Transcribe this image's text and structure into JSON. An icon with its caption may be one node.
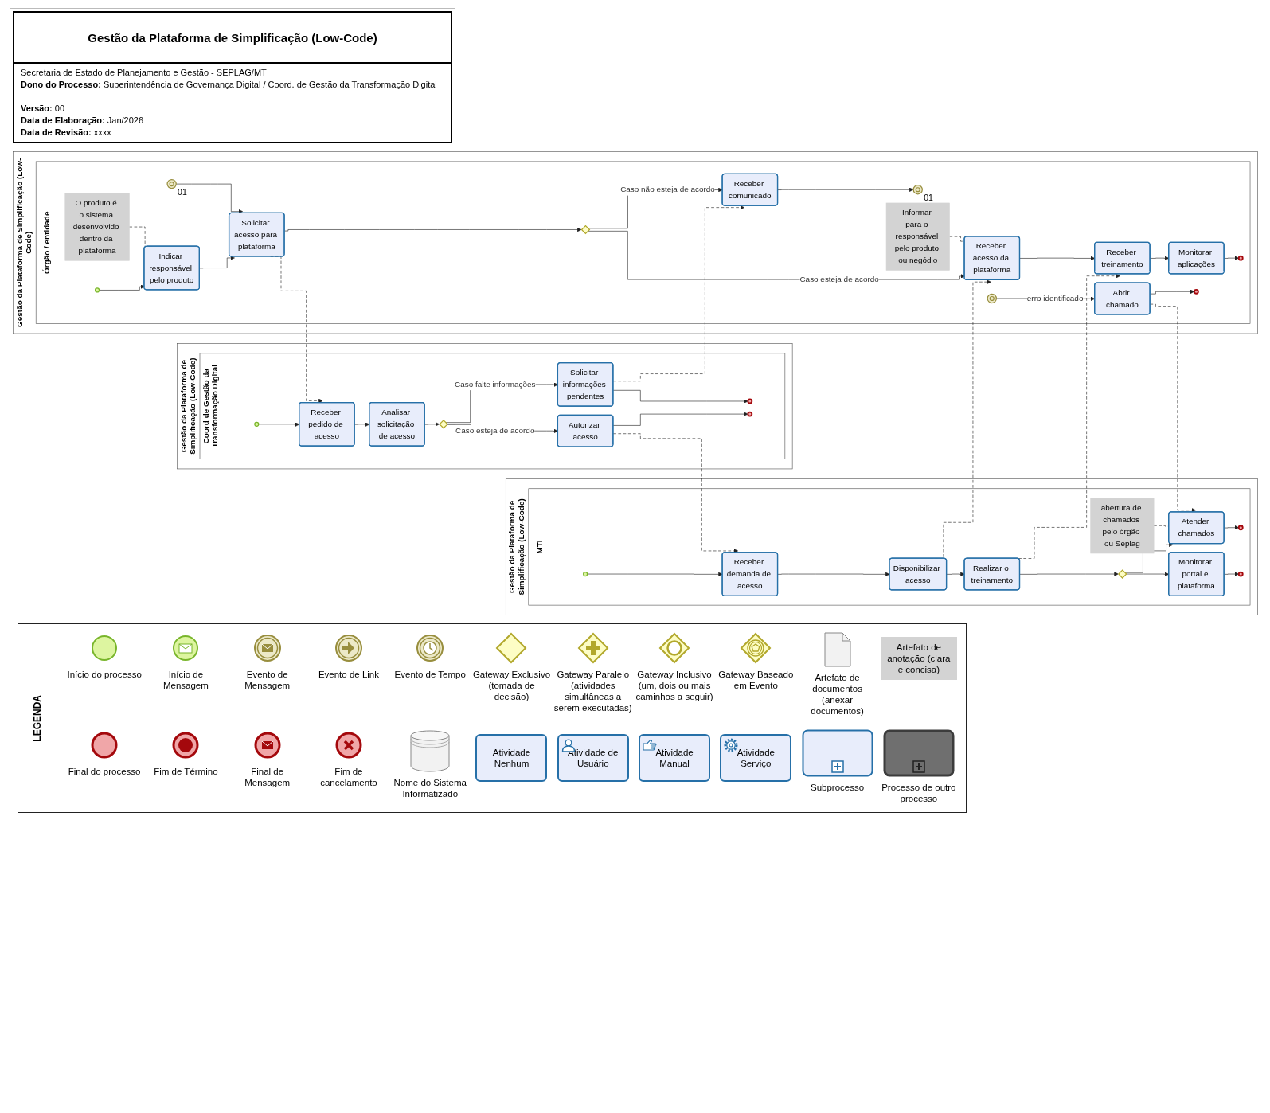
{
  "diagram": {
    "title": "Gestão da Plataforma de Simplificação (Low-Code)",
    "nodes": [
      {
        "text": [
          "Gestão da Plataforma de Simplificação (Low-Code)"
        ]
      },
      {
        "text": [
          "Órgão / entidade"
        ],
        "in": 0
      },
      {
        "text": [],
        "shape": "circle",
        "in": 1
      },
      {
        "text": [
          "Indicar responsável pelo produto"
        ],
        "in": 1
      },
      {
        "text": [],
        "shape": "circle",
        "beside": [
          "01"
        ],
        "in": 1
      },
      {
        "text": [
          "Solicitar acesso para plataforma"
        ],
        "in": 1
      },
      {
        "text": [],
        "shape": "diamond",
        "in": 1
      },
      {
        "text": [
          "Receber acesso da plataforma"
        ],
        "in": 1
      },
      {
        "text": [
          "Receber treinamento"
        ],
        "in": 1
      },
      {
        "text": [
          "Monitorar aplicações"
        ],
        "in": 1
      },
      {
        "text": [],
        "shape": "circle",
        "in": 1
      },
      {
        "text": [
          "O produto é o sistema desenvolvido dentro da plataforma"
        ],
        "in": 1
      },
      {
        "text": [
          "Receber comunicado"
        ],
        "in": 1
      },
      {
        "text": [],
        "shape": "circle",
        "beside": [
          "01"
        ],
        "in": 1
      },
      {
        "text": [
          "Informar para o responsável pelo produto ou negódio"
        ],
        "in": 1
      },
      {
        "text": [],
        "shape": "circle",
        "in": 1
      },
      {
        "text": [
          "Abrir chamado"
        ],
        "in": 1
      },
      {
        "text": [],
        "shape": "circle",
        "in": 1
      },
      {
        "text": [
          "Gestão da Plataforma de Simplificação (Low-Code)"
        ]
      },
      {
        "text": [
          "Coord de Gestão da Transformação Digital"
        ],
        "in": 18
      },
      {
        "text": [],
        "shape": "circle",
        "in": 19
      },
      {
        "text": [
          "Receber pedido de acesso"
        ],
        "in": 19
      },
      {
        "text": [
          "Analisar solicitação de acesso"
        ],
        "in": 19
      },
      {
        "text": [],
        "shape": "diamond",
        "in": 19
      },
      {
        "text": [
          "Solicitar informações pendentes"
        ],
        "in": 19
      },
      {
        "text": [],
        "shape": "circle",
        "in": 19
      },
      {
        "text": [
          "Autorizar acesso"
        ],
        "in": 19
      },
      {
        "text": [],
        "shape": "circle",
        "in": 19
      },
      {
        "text": [
          "Gestão da Plataforma de Simplificação (Low-Code)"
        ]
      },
      {
        "text": [
          "MTI"
        ],
        "in": 28
      },
      {
        "text": [],
        "shape": "circle",
        "in": 29
      },
      {
        "text": [
          "Receber demanda de acesso"
        ],
        "in": 29
      },
      {
        "text": [
          "Disponibilizar acesso"
        ],
        "in": 29
      },
      {
        "text": [
          "Realizar o treinamento"
        ],
        "in": 29
      },
      {
        "text": [],
        "shape": "diamond",
        "in": 29
      },
      {
        "text": [
          "Atender chamados"
        ],
        "in": 29
      },
      {
        "text": [],
        "shape": "circle",
        "in": 29
      },
      {
        "text": [
          "Monitorar portal e plataforma"
        ],
        "in": 29
      },
      {
        "text": [],
        "shape": "circle",
        "in": 29
      },
      {
        "text": [
          "abertura de chamados pelo órgão ou Seplag"
        ],
        "in": 29
      }
    ],
    "edges": [
      {
        "from": 2,
        "to": 3,
        "arrow": "to"
      },
      {
        "from": 3,
        "to": 5,
        "arrow": "to"
      },
      {
        "from": 4,
        "to": 5,
        "arrow": "to"
      },
      {
        "from": 5,
        "to": 6,
        "arrow": "to"
      },
      {
        "from": 6,
        "to": 7,
        "arrow": "to",
        "label": "Caso esteja de acordo"
      },
      {
        "from": 6,
        "to": 12,
        "arrow": "to",
        "label": "Caso não esteja de acordo"
      },
      {
        "from": 12,
        "to": 13,
        "arrow": "to"
      },
      {
        "from": 7,
        "to": 8,
        "arrow": "to"
      },
      {
        "from": 8,
        "to": 9,
        "arrow": "to"
      },
      {
        "from": 9,
        "to": 10,
        "arrow": "to"
      },
      {
        "from": 15,
        "to": 16,
        "arrow": "to",
        "label": "erro identificado"
      },
      {
        "from": 16,
        "to": 17,
        "arrow": "to"
      },
      {
        "from": 11,
        "to": 3,
        "arrow": "none",
        "style": "dashed"
      },
      {
        "from": 14,
        "to": 7,
        "arrow": "none",
        "style": "dashed"
      },
      {
        "from": 5,
        "to": 21,
        "arrow": "to",
        "style": "dashed"
      },
      {
        "from": 24,
        "to": 12,
        "arrow": "to",
        "style": "dashed"
      },
      {
        "from": 20,
        "to": 21,
        "arrow": "to"
      },
      {
        "from": 21,
        "to": 22,
        "arrow": "to"
      },
      {
        "from": 22,
        "to": 23,
        "arrow": "to"
      },
      {
        "from": 23,
        "to": 24,
        "arrow": "to",
        "label": "Caso falte informações"
      },
      {
        "from": 24,
        "to": 25,
        "arrow": "to"
      },
      {
        "from": 23,
        "to": 26,
        "arrow": "to",
        "label": "Caso esteja de acordo"
      },
      {
        "from": 26,
        "to": 27,
        "arrow": "to"
      },
      {
        "from": 26,
        "to": 31,
        "arrow": "to",
        "style": "dashed"
      },
      {
        "from": 32,
        "to": 7,
        "arrow": "to",
        "style": "dashed"
      },
      {
        "from": 33,
        "to": 8,
        "arrow": "to",
        "style": "dashed"
      },
      {
        "from": 16,
        "to": 35,
        "arrow": "to",
        "style": "dashed"
      },
      {
        "from": 30,
        "to": 31,
        "arrow": "to"
      },
      {
        "from": 31,
        "to": 32,
        "arrow": "to"
      },
      {
        "from": 32,
        "to": 33,
        "arrow": "to"
      },
      {
        "from": 33,
        "to": 34,
        "arrow": "to"
      },
      {
        "from": 34,
        "to": 35,
        "arrow": "to"
      },
      {
        "from": 34,
        "to": 37,
        "arrow": "to"
      },
      {
        "from": 35,
        "to": 36,
        "arrow": "to"
      },
      {
        "from": 37,
        "to": 38,
        "arrow": "to"
      },
      {
        "from": 39,
        "to": 35,
        "arrow": "none",
        "style": "dashed"
      }
    ],
    "labels": [
      "Secretaria de Estado de Planejamento e Gestão - SEPLAG/MT",
      "**Dono do Processo:** Superintendência de Governança Digital / Coord. de Gestão da Transformação Digital",
      "**Versão:** 00",
      "**Data de Elaboração:** Jan/2026",
      "**Data de Revisão:** xxxx",
      "LEGENDA"
    ],
    "legend": [
      {
        "text": "Início do processo"
      },
      {
        "text": "Início de Mensagem"
      },
      {
        "text": "Evento de Mensagem"
      },
      {
        "text": "Evento de Link"
      },
      {
        "text": "Evento de Tempo"
      },
      {
        "text": "Gateway Exclusivo (tomada de decisão)"
      },
      {
        "text": "Gateway Paralelo (atividades simultâneas a serem executadas)"
      },
      {
        "text": "Gateway Inclusivo (um, dois ou mais caminhos a seguir)"
      },
      {
        "text": "Gateway Baseado em Evento"
      },
      {
        "text": "Artefato de documentos (anexar documentos)"
      },
      {
        "text": "Artefato de anotação (clara e concisa)"
      },
      {
        "text": "Final do processo"
      },
      {
        "text": "Fim de Término"
      },
      {
        "text": "Final de Mensagem"
      },
      {
        "text": "Fim de cancelamento"
      },
      {
        "text": "Nome do Sistema Informatizado"
      },
      {
        "text": "Atividade Nenhum"
      },
      {
        "text": "Atividade de Usuário"
      },
      {
        "text": "Atividade Manual"
      },
      {
        "text": "Atividade Serviço"
      },
      {
        "text": "Subprocesso"
      },
      {
        "text": "Processo de outro processo"
      }
    ]
  }
}
